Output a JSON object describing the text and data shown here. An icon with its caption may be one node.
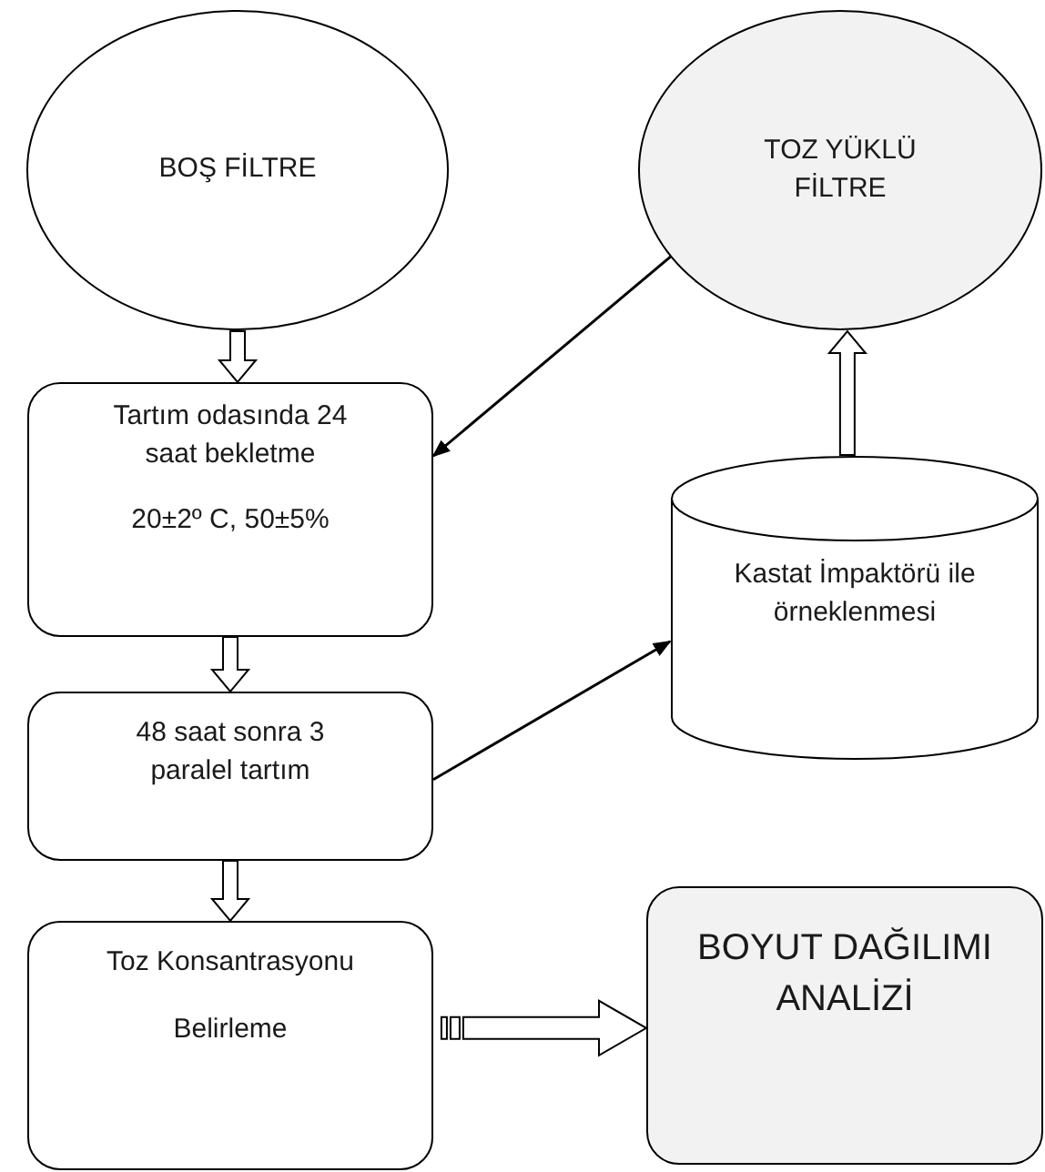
{
  "diagram": {
    "nodes": [
      {
        "text": [
          "BOŞ FİLTRE"
        ]
      },
      {
        "text": [
          "TOZ YÜKLÜ FİLTRE"
        ]
      },
      {
        "text": [
          "Tartım odasında 24 saat bekletme",
          "20±2º C, 50±5%"
        ]
      },
      {
        "text": [
          "Kastat İmpaktörü ile örneklenmesi"
        ]
      },
      {
        "text": [
          "48 saat sonra 3 paralel tartım"
        ]
      },
      {
        "text": [
          "Toz Konsantrasyonu",
          "Belirleme"
        ]
      },
      {
        "text": [
          "BOYUT DAĞILIMI ANALİZİ"
        ]
      }
    ],
    "edges": [
      {
        "from": 0,
        "to": 2,
        "arrow": "to",
        "style": "thick"
      },
      {
        "from": 1,
        "to": 2,
        "arrow": "to"
      },
      {
        "from": 3,
        "to": 1,
        "arrow": "to",
        "style": "thick"
      },
      {
        "from": 2,
        "to": 4,
        "arrow": "to",
        "style": "thick"
      },
      {
        "from": 4,
        "to": 3,
        "arrow": "to"
      },
      {
        "from": 4,
        "to": 5,
        "arrow": "to",
        "style": "thick"
      },
      {
        "from": 5,
        "to": 6,
        "arrow": "to",
        "style": "thick"
      }
    ]
  }
}
